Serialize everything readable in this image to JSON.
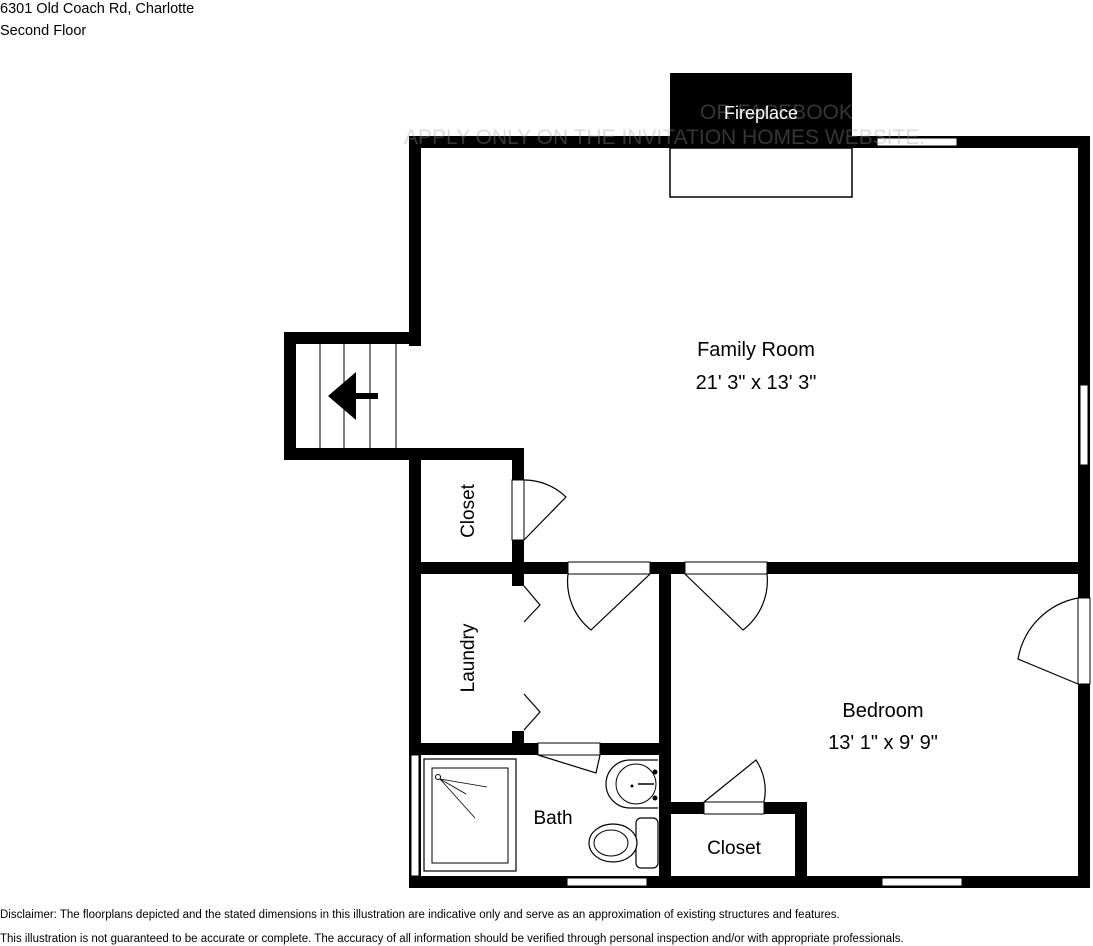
{
  "header": {
    "address": "6301 Old Coach Rd, Charlotte",
    "floor": "Second Floor"
  },
  "rooms": {
    "fireplace": "Fireplace",
    "family_room": {
      "name": "Family Room",
      "dims": "21' 3\" x 13' 3\""
    },
    "closet_left": "Closet",
    "laundry": "Laundry",
    "bedroom": {
      "name": "Bedroom",
      "dims": "13' 1\" x 9' 9\""
    },
    "bath": "Bath",
    "closet_bedroom": "Closet"
  },
  "watermark": {
    "line1": "OR FACEBOOK",
    "line2": "APPLY ONLY ON THE INVITATION HOMES WEBSITE."
  },
  "disclaimer": {
    "line1": "Disclaimer: The floorplans depicted and the stated dimensions in this illustration are indicative only and serve as an approximation of existing structures and features.",
    "line2": "This illustration is not guaranteed to be accurate or complete. The accuracy of all information should be verified through personal inspection and/or with appropriate professionals."
  }
}
